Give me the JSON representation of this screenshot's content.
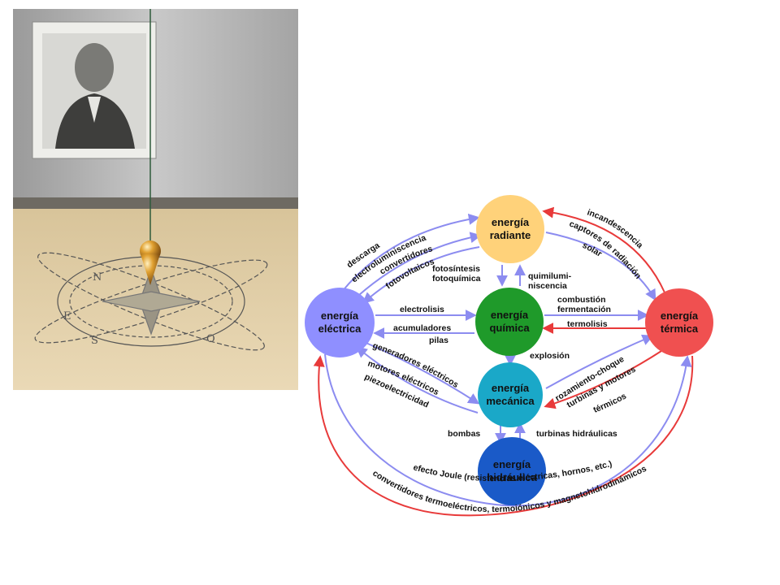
{
  "photo": {
    "compass_letters": [
      "N",
      "E",
      "S",
      "O"
    ]
  },
  "diagram": {
    "nodes": {
      "radiante": {
        "line1": "energía",
        "line2": "radiante",
        "color": "#ffd27a"
      },
      "electrica": {
        "line1": "energía",
        "line2": "eléctrica",
        "color": "#8f8fff"
      },
      "quimica": {
        "line1": "energía",
        "line2": "química",
        "color": "#1f9a2a"
      },
      "termica": {
        "line1": "energía",
        "line2": "térmica",
        "color": "#f05050"
      },
      "mecanica": {
        "line1": "energía",
        "line2": "mecánica",
        "color": "#1aa8c8"
      },
      "hidraulica": {
        "line1": "energía",
        "line2": "hidráulica",
        "color": "#1a5ac8"
      }
    },
    "labels": {
      "descarga": "descarga",
      "electroluminiscencia": "electroluminiscencia",
      "convertidores": "convertidores",
      "fotovoltaicos": "fotovoltaicos",
      "incandescencia": "incandescencia",
      "captores": "captores de radiación",
      "solar": "solar",
      "fotosintesis": "fotosíntesis",
      "fotoquimica": "fotoquímica",
      "quimilumi": "quimilumi-",
      "niscencia": "niscencia",
      "electrolisis": "electrolisis",
      "acumuladores": "acumuladores",
      "pilas": "pilas",
      "combustion": "combustión",
      "fermentacion": "fermentación",
      "termolisis": "termolisis",
      "explosion": "explosión",
      "generadores": "generadores eléctricos",
      "motores": "motores eléctricos",
      "piezo": "piezoelectricidad",
      "rozamiento": "rozamiento-choque",
      "turbinas_motores": "turbinas y motores",
      "termicos": "térmicos",
      "bombas": "bombas",
      "turbinas_hidraulicas": "turbinas hidráulicas",
      "joule": "efecto Joule (resistencias eléctricas, hornos, etc.)",
      "convertidores_termo": "convertidores termoeléctricos, termoiónicos y magnetohidrodinámicos"
    },
    "arrow_colors": {
      "blue": "#8c8cf0",
      "red": "#e83a3a"
    }
  }
}
